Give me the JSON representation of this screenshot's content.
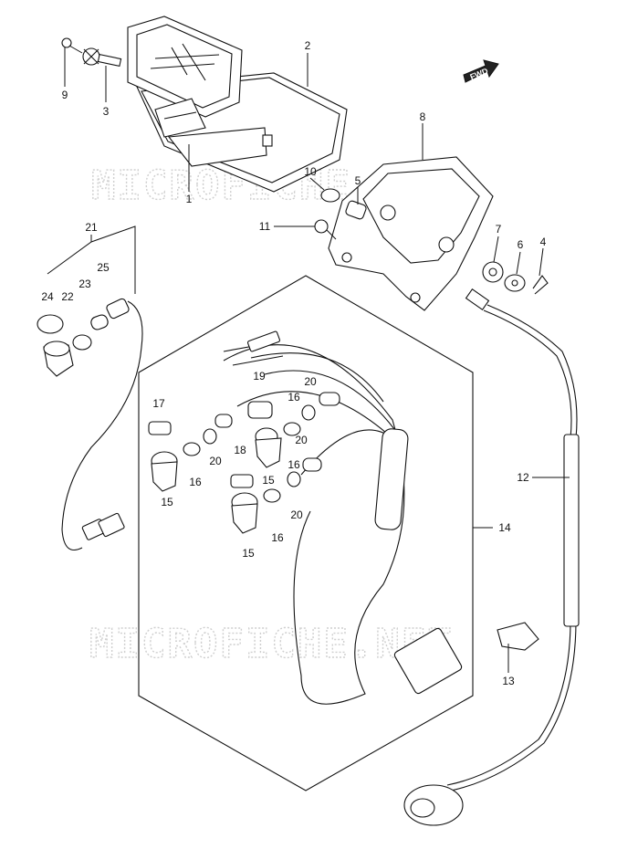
{
  "watermarks": [
    "MICROFICHE.NET",
    "MICROFICHE.NET"
  ],
  "direction_arrow": "FWD",
  "callouts": {
    "c1": "1",
    "c2": "2",
    "c3": "3",
    "c4": "4",
    "c5": "5",
    "c6": "6",
    "c7": "7",
    "c8": "8",
    "c9": "9",
    "c10": "10",
    "c11": "11",
    "c12": "12",
    "c13": "13",
    "c14": "14",
    "c15a": "15",
    "c15b": "15",
    "c15c": "15",
    "c16a": "16",
    "c16b": "16",
    "c16c": "16",
    "c16d": "16",
    "c17": "17",
    "c18": "18",
    "c19": "19",
    "c20a": "20",
    "c20b": "20",
    "c20c": "20",
    "c20d": "20",
    "c21": "21",
    "c22": "22",
    "c23": "23",
    "c24": "24",
    "c25": "25"
  }
}
